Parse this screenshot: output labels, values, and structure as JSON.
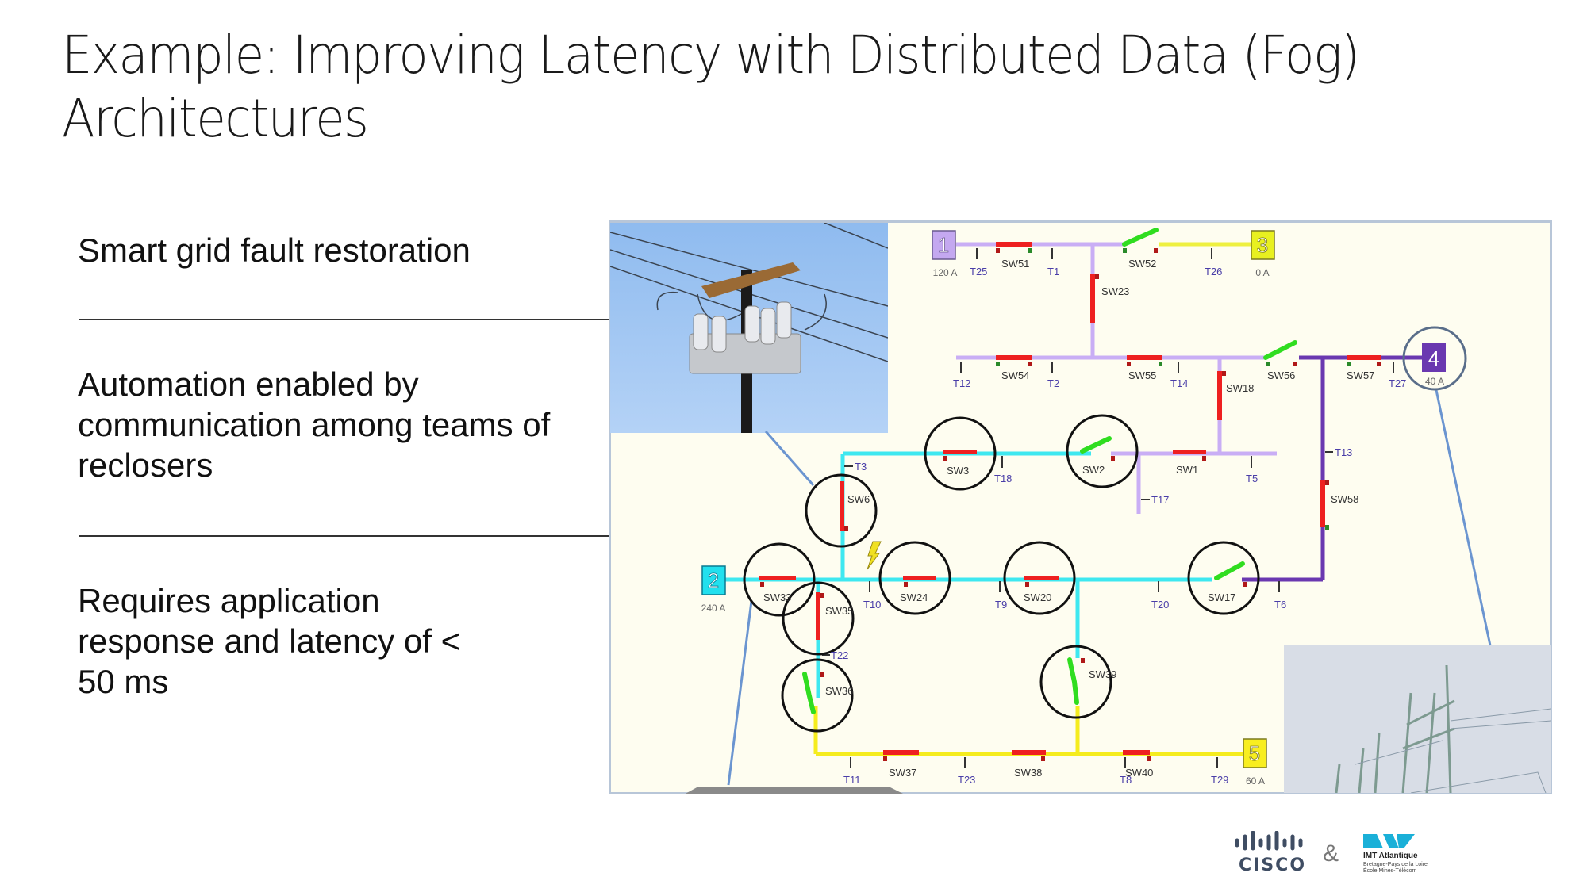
{
  "slide": {
    "title": "Example: Improving Latency with Distributed Data (Fog) Architectures",
    "bullets": [
      "Smart grid fault restoration",
      "Automation enabled by communication among teams of reclosers",
      "Requires application response and latency of < 50 ms"
    ]
  },
  "diagram": {
    "sources": [
      {
        "id": "1",
        "current": "120 A",
        "color": "#c4a8f0"
      },
      {
        "id": "2",
        "current": "240 A",
        "color": "#22e0ee"
      },
      {
        "id": "3",
        "current": "0 A",
        "color": "#e8f020"
      },
      {
        "id": "4",
        "current": "40 A",
        "color": "#6a38b0"
      },
      {
        "id": "5",
        "current": "60 A",
        "color": "#f8ee20"
      }
    ],
    "switches": [
      "SW51",
      "SW52",
      "SW23",
      "SW54",
      "SW55",
      "SW56",
      "SW57",
      "SW18",
      "SW3",
      "SW2",
      "SW1",
      "SW6",
      "SW33",
      "SW35",
      "SW24",
      "SW20",
      "SW17",
      "SW58",
      "SW36",
      "SW39",
      "SW37",
      "SW38",
      "SW40"
    ],
    "taps": [
      "T25",
      "T1",
      "T26",
      "T12",
      "T2",
      "T14",
      "T27",
      "T3",
      "T18",
      "T5",
      "T17",
      "T13",
      "T10",
      "T9",
      "T20",
      "T6",
      "T22",
      "T11",
      "T23",
      "T8",
      "T29"
    ],
    "colors": {
      "feeder1": "#c9aef5",
      "feeder2": "#3ee8f0",
      "feeder3": "#eef040",
      "feeder4": "#6a38b0",
      "feeder5": "#f5ec1e",
      "closed_switch": "#ee2020",
      "open_switch": "#30dd20",
      "fault": "#f0e020"
    }
  },
  "logos": {
    "cisco": "CISCO",
    "ampersand": "&",
    "imt_name": "IMT Atlantique",
    "imt_line2": "Bretagne-Pays de la Loire",
    "imt_line3": "École Mines-Télécom"
  }
}
